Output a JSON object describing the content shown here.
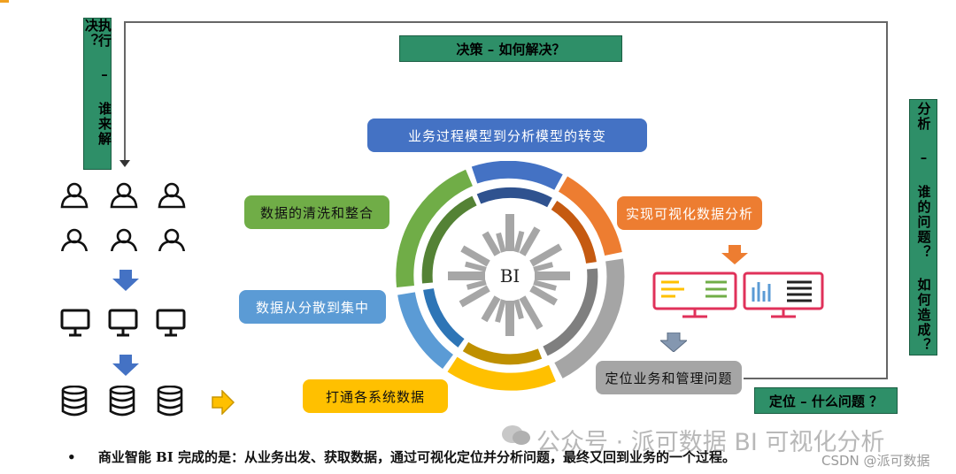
{
  "labels": {
    "execute": "执行 – 谁来解决？",
    "decision": "决策 – 如何解决？",
    "analysis": "分析 – 谁的问题？ 如何造成？",
    "locate": "定位 – 什么问题 ？"
  },
  "cycle": {
    "center": "BI",
    "steps": [
      {
        "key": "convert",
        "text": "业务过程模型到分析模型的转变",
        "color": "#4472c4"
      },
      {
        "key": "visual",
        "text": "实现可视化数据分析",
        "color": "#ed7d31"
      },
      {
        "key": "locate_issue",
        "text": "定位业务和管理问题",
        "color": "#a5a5a5"
      },
      {
        "key": "connect",
        "text": "打通各系统数据",
        "color": "#ffc000"
      },
      {
        "key": "centralize",
        "text": "数据从分散到集中",
        "color": "#5b9bd5"
      },
      {
        "key": "clean",
        "text": "数据的清洗和整合",
        "color": "#70ad47"
      }
    ]
  },
  "bottom": {
    "bullet": "•",
    "text": "商业智能 BI 完成的是：从业务出发、获取数据，通过可视化定位并分析问题，最终又回到业务的一个过程。"
  },
  "watermark": {
    "main": "公众号 · 派可数据 BI 可视化分析",
    "csdn": "CSDN @派可数据"
  },
  "icons": {
    "person": "person-icon",
    "monitor": "monitor-icon",
    "database": "database-icon",
    "arrow_down": "arrow-down-icon",
    "arrow_right": "arrow-right-icon",
    "dashboard": "dashboard-icon"
  }
}
